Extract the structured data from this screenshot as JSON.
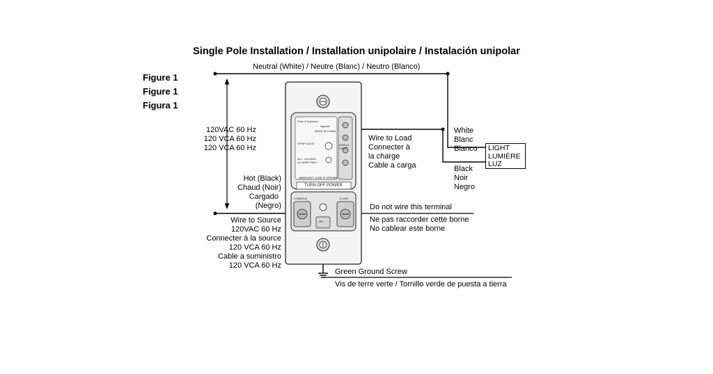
{
  "title": "Single Pole Installation / Installation unipolaire / Instalación unipolar",
  "figure_labels": [
    "Figure 1",
    "Figure 1",
    "Figura 1"
  ],
  "neutral_label": "Neutral (White) / Neutre (Blanc) / Neutro (Blanco)",
  "voltage_label": [
    "120VAC 60 Hz",
    "120 VCA 60 Hz",
    "120 VCA 60 Hz"
  ],
  "hot_label": [
    "Hot (Black)",
    "Chaud (Noir)",
    "Cargado",
    "(Negro)"
  ],
  "source_label": [
    "Wire to Source",
    "120VAC 60 Hz",
    "Connecter à la source",
    "120 VCA 60 Hz",
    "Cable a suministro",
    "120 VCA 60 Hz"
  ],
  "load_label": [
    "Wire to Load",
    "Connecter à",
    "la charge",
    "Cable a carga"
  ],
  "white_label": [
    "White",
    "Blanc",
    "Blanco"
  ],
  "black_label": [
    "Black",
    "Noir",
    "Negro"
  ],
  "light_box": [
    "LIGHT",
    "LUMIÈRE",
    "LUZ"
  ],
  "no_wire_label": [
    "Do not wire this terminal",
    "Ne pas raccorder cette borne",
    "No cablear este borne"
  ],
  "ground_label": [
    "Green Ground Screw",
    "Vis de terre verte / Tornillo verde de puesta a tierra"
  ],
  "device": {
    "brand": "Pass & Seymour",
    "brand2": "legrand",
    "made_in": "MADE IN CHINA",
    "strip_gage": "STRIP GAGE",
    "wire_spec": "#12 - #14 AWG\nCU WIRE ONLY",
    "switch_type": "SINGLE\nPOLE",
    "warranty": "WARRANTY VOID IF OPENED",
    "warning": "TURN OFF POWER",
    "common": "COMMON",
    "dimmer_side": "D-WAY",
    "ground_marking": "GR"
  }
}
